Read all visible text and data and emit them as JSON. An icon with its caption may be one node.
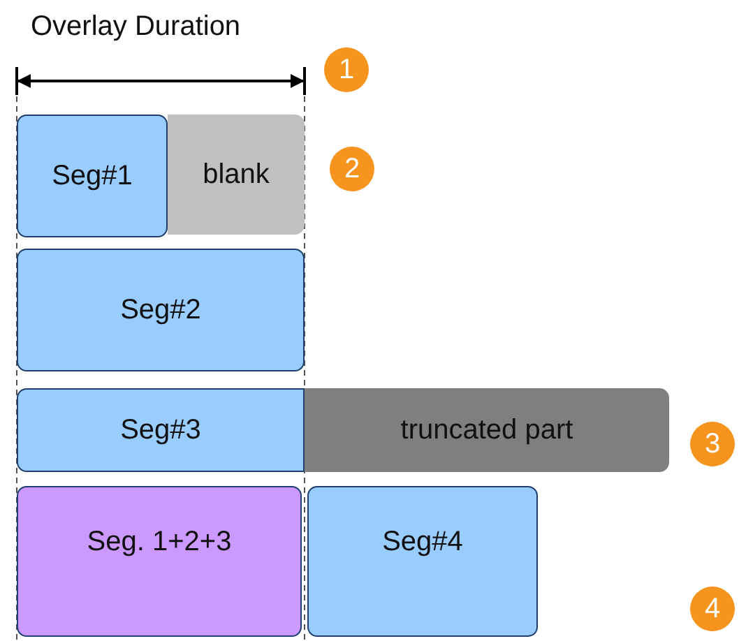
{
  "diagram": {
    "nodes": [
      {
        "text": [
          "Seg#1"
        ]
      },
      {
        "text": [
          "blank"
        ]
      },
      {
        "text": [
          "Seg#2"
        ]
      },
      {
        "text": [
          "Seg#3"
        ]
      },
      {
        "text": [
          "truncated part"
        ]
      },
      {
        "text": [
          "Seg. 1+2+3"
        ]
      },
      {
        "text": [
          "Seg#4"
        ]
      }
    ],
    "edges": [],
    "labels": [
      "Overlay Duration",
      "1",
      "2",
      "3",
      "4"
    ]
  }
}
